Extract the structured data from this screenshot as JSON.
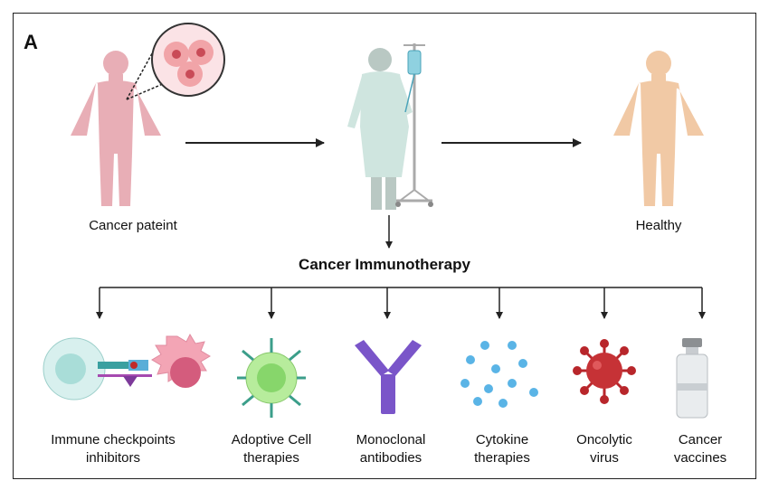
{
  "panel_label": "A",
  "stages": {
    "patient_label": "Cancer pateint",
    "healthy_label": "Healthy"
  },
  "title": "Cancer Immunotherapy",
  "therapies": [
    {
      "line1": "Immune checkpoints",
      "line2": "inhibitors",
      "icon": "checkpoint-inhibitor-icon"
    },
    {
      "line1": "Adoptive Cell",
      "line2": "therapies",
      "icon": "t-cell-icon"
    },
    {
      "line1": "Monoclonal",
      "line2": "antibodies",
      "icon": "antibody-icon"
    },
    {
      "line1": "Cytokine",
      "line2": "therapies",
      "icon": "cytokine-dots-icon"
    },
    {
      "line1": "Oncolytic",
      "line2": "virus",
      "icon": "virus-icon"
    },
    {
      "line1": "Cancer",
      "line2": "vaccines",
      "icon": "vaccine-vial-icon"
    }
  ],
  "colors": {
    "patient": "#e8aeb6",
    "treated": "#cfe5df",
    "healthy": "#f1c9a5",
    "arrow": "#222222",
    "tcell": "#8bd77a",
    "antibody": "#7a55c9",
    "cytokine": "#5ab4e6",
    "virus": "#b8262b",
    "vial": "#d9dde0"
  }
}
